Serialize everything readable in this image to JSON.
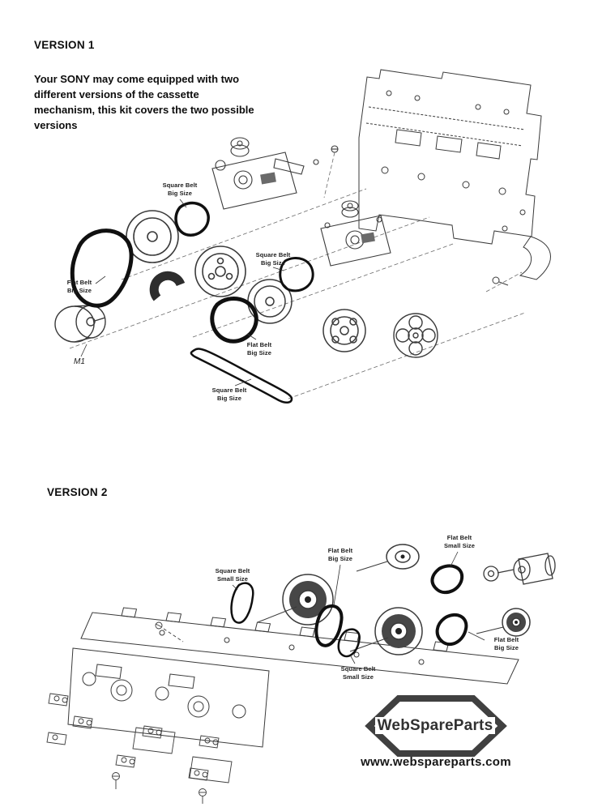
{
  "version1": {
    "heading": "VERSION 1",
    "description": "Your SONY may come equipped with two different versions of the cassette mechanism, this kit covers the two possible versions",
    "motor_label": "M1",
    "labels": [
      {
        "line1": "Square Belt",
        "line2": "Big Size"
      },
      {
        "line1": "Flat Belt",
        "line2": "Big Size"
      },
      {
        "line1": "Square Belt",
        "line2": "Big Size"
      },
      {
        "line1": "Flat Belt",
        "line2": "Big Size"
      },
      {
        "line1": "Square Belt",
        "line2": "Big Size"
      }
    ]
  },
  "version2": {
    "heading": "VERSION 2",
    "labels": [
      {
        "line1": "Square Belt",
        "line2": "Small Size"
      },
      {
        "line1": "Flat Belt",
        "line2": "Big Size"
      },
      {
        "line1": "Flat Belt",
        "line2": "Small Size"
      },
      {
        "line1": "Square Belt",
        "line2": "Small Size"
      },
      {
        "line1": "Flat Belt",
        "line2": "Big Size"
      }
    ]
  },
  "branding": {
    "logo_text": "WebSpareParts",
    "website": "www.webspareparts.com"
  },
  "colors": {
    "ink": "#0d0d0d",
    "drawing_line": "#3a3a3a",
    "belt": "#101010",
    "background": "#ffffff"
  }
}
